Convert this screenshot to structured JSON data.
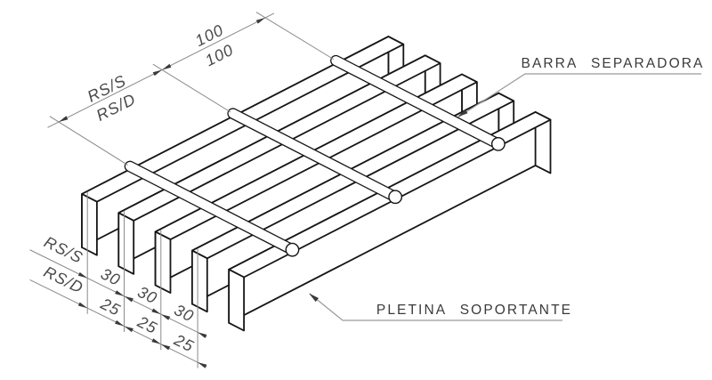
{
  "drawing": {
    "labels": {
      "separator_bar": "BARRA SEPARADORA",
      "support_plate": "PLETINA SOPORTANTE"
    },
    "top_dimension": {
      "row_labels": [
        "RS/S",
        "RS/D"
      ],
      "values": [
        "100",
        "100"
      ]
    },
    "bottom_dimension": {
      "rows": [
        {
          "label": "RS/S",
          "values": [
            "30",
            "30",
            "30"
          ]
        },
        {
          "label": "RS/D",
          "values": [
            "25",
            "25",
            "25"
          ]
        }
      ]
    },
    "structure": {
      "pletina_count": 5,
      "separator_count": 3
    },
    "colors": {
      "background": "#ffffff",
      "steel_outline": "#161616",
      "dimension_line": "#8a8a8a",
      "dimension_text": "#4a4a4a",
      "label_text": "#3a3a3a",
      "arrow": "#3a3a3a"
    }
  }
}
